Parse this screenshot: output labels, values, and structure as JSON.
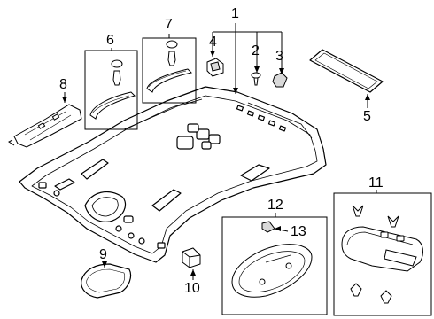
{
  "callouts": [
    {
      "id": "1",
      "label": "1"
    },
    {
      "id": "2",
      "label": "2"
    },
    {
      "id": "3",
      "label": "3"
    },
    {
      "id": "4",
      "label": "4"
    },
    {
      "id": "5",
      "label": "5"
    },
    {
      "id": "6",
      "label": "6"
    },
    {
      "id": "7",
      "label": "7"
    },
    {
      "id": "8",
      "label": "8"
    },
    {
      "id": "9",
      "label": "9"
    },
    {
      "id": "10",
      "label": "10"
    },
    {
      "id": "11",
      "label": "11"
    },
    {
      "id": "12",
      "label": "12"
    },
    {
      "id": "13",
      "label": "13"
    }
  ],
  "colors": {
    "line": "#000000",
    "fill": "#ffffff",
    "shade": "#d9d9d9"
  }
}
